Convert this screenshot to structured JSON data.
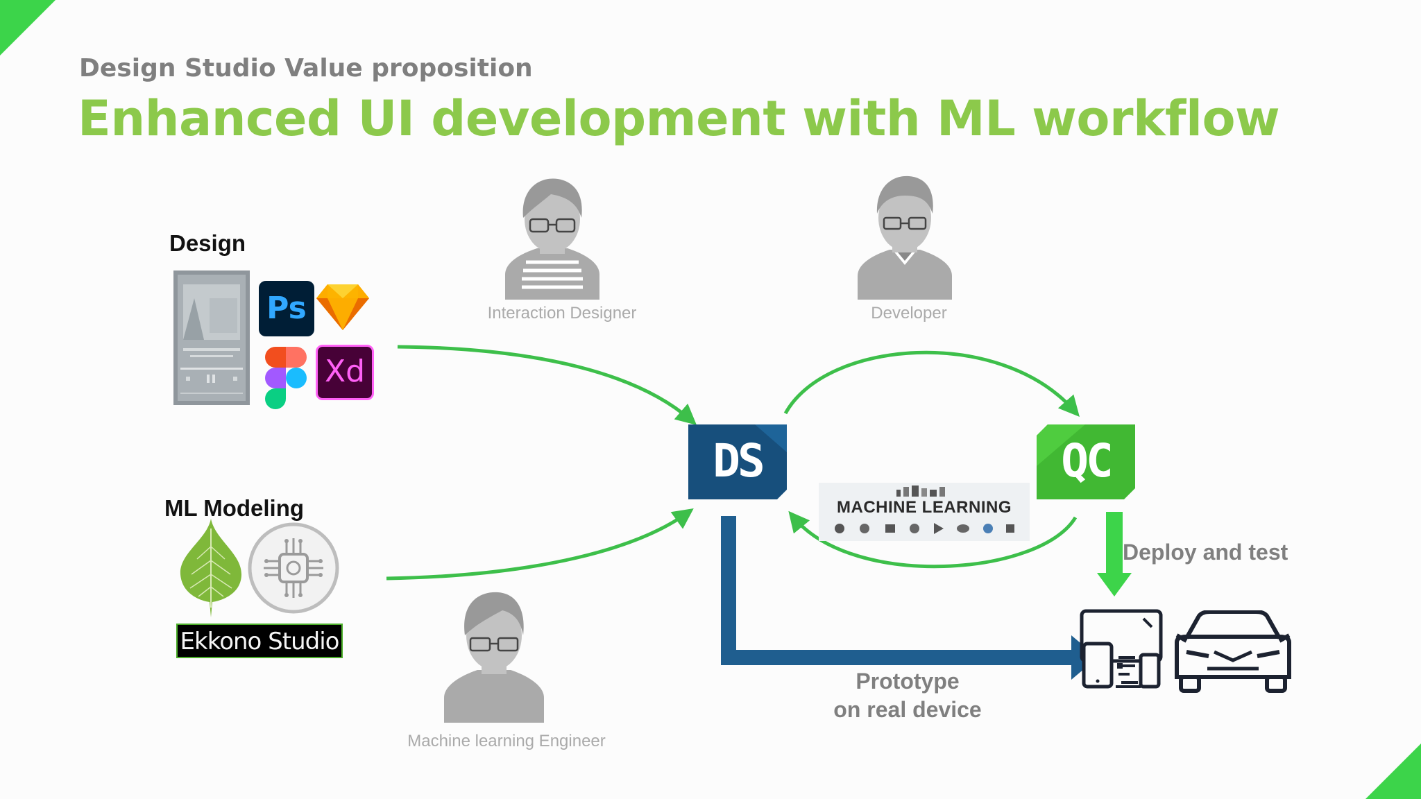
{
  "slide": {
    "subtitle": "Design Studio Value proposition",
    "title": "Enhanced UI development with ML workflow",
    "accent_color": "#8cc94b",
    "corner_color": "#3cd44a"
  },
  "sections": {
    "design_label": "Design",
    "ml_label": "ML Modeling"
  },
  "tools": {
    "photoshop": "Ps",
    "xd": "Xd",
    "ekkono": "Ekkono Studio",
    "machine_learning_banner": "MACHINE LEARNING",
    "design_studio": "DS",
    "qt_creator": "QC"
  },
  "people": {
    "interaction_designer": "Interaction Designer",
    "developer": "Developer",
    "ml_engineer": "Machine learning Engineer"
  },
  "flows": {
    "deploy": "Deploy and test",
    "prototype_line1": "Prototype",
    "prototype_line2": "on real device"
  },
  "colors": {
    "green_arrow": "#3dbf4a",
    "blue_arrow": "#1f5e8f",
    "ds_blue": "#174f7c",
    "qc_green": "#41b833",
    "person_gray": "#aaaaaa"
  },
  "icons": [
    "person-icon",
    "photoshop-icon",
    "sketch-icon",
    "figma-icon",
    "xd-icon",
    "leaf-icon",
    "chip-icon",
    "devices-icon",
    "car-icon"
  ]
}
